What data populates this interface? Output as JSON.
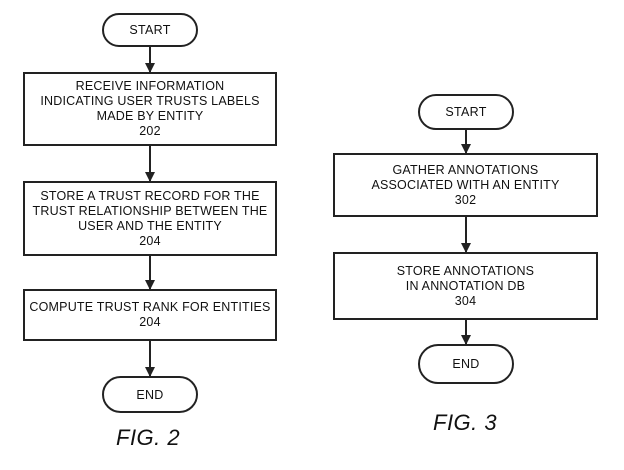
{
  "fig2": {
    "start": "START",
    "step1": {
      "lines": [
        "RECEIVE INFORMATION",
        "INDICATING USER TRUSTS LABELS",
        "MADE BY ENTITY"
      ],
      "ref": "202"
    },
    "step2": {
      "lines": [
        "STORE A TRUST RECORD FOR THE",
        "TRUST RELATIONSHIP BETWEEN THE",
        "USER AND THE ENTITY"
      ],
      "ref": "204"
    },
    "step3": {
      "lines": [
        "COMPUTE TRUST RANK FOR ENTITIES"
      ],
      "ref": "204"
    },
    "end": "END",
    "caption": "FIG. 2"
  },
  "fig3": {
    "start": "START",
    "step1": {
      "lines": [
        "GATHER ANNOTATIONS",
        "ASSOCIATED WITH AN ENTITY"
      ],
      "ref": "302"
    },
    "step2": {
      "lines": [
        "STORE ANNOTATIONS",
        "IN ANNOTATION DB"
      ],
      "ref": "304"
    },
    "end": "END",
    "caption": "FIG. 3"
  }
}
